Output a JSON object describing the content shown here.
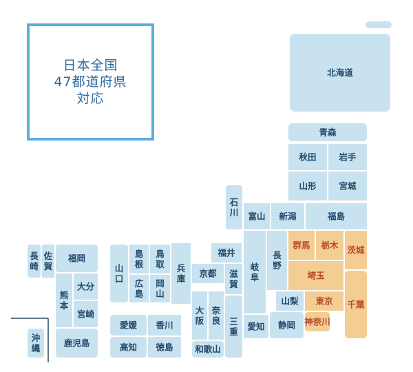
{
  "title": {
    "lines": [
      "日本全国",
      "47都道府県",
      "対応"
    ]
  },
  "colors": {
    "region_fill": "#c9e2f0",
    "highlight_fill": "#f4cd93",
    "label_text": "#214a6b",
    "highlight_text": "#b84a2b",
    "border": "#ffffff",
    "title_border": "#5aaee0",
    "title_text": "#2c6a9e",
    "divider": "#2d4a66"
  },
  "prefectures": {
    "hokkaido": "北海道",
    "aomori": "青森",
    "akita": "秋田",
    "iwate": "岩手",
    "yamagata": "山形",
    "miyagi": "宮城",
    "ishikawa": "石川",
    "toyama": "富山",
    "niigata": "新潟",
    "fukushima": "福島",
    "gunma": "群馬",
    "tochigi": "栃木",
    "ibaraki": "茨城",
    "saitama": "埼玉",
    "yamanashi": "山梨",
    "tokyo": "東京",
    "chiba": "千葉",
    "kanagawa": "神奈川",
    "fukui": "福井",
    "gifu": "岐阜",
    "nagano": "長野",
    "shiga": "滋賀",
    "kyoto": "京都",
    "hyogo": "兵庫",
    "osaka": "大阪",
    "nara": "奈良",
    "mie": "三重",
    "aichi": "愛知",
    "shizuoka": "静岡",
    "wakayama": "和歌山",
    "shimane": "島根",
    "tottori": "鳥取",
    "yamaguchi": "山口",
    "hiroshima": "広島",
    "okayama": "岡山",
    "ehime": "愛媛",
    "kagawa": "香川",
    "kochi": "高知",
    "tokushima": "徳島",
    "nagasaki": "長崎",
    "saga": "佐賀",
    "fukuoka": "福岡",
    "kumamoto": "熊本",
    "oita": "大分",
    "miyazaki": "宮崎",
    "kagoshima": "鹿児島",
    "okinawa": "沖縄"
  },
  "highlighted": [
    "gunma",
    "tochigi",
    "ibaraki",
    "saitama",
    "tokyo",
    "chiba",
    "kanagawa"
  ]
}
